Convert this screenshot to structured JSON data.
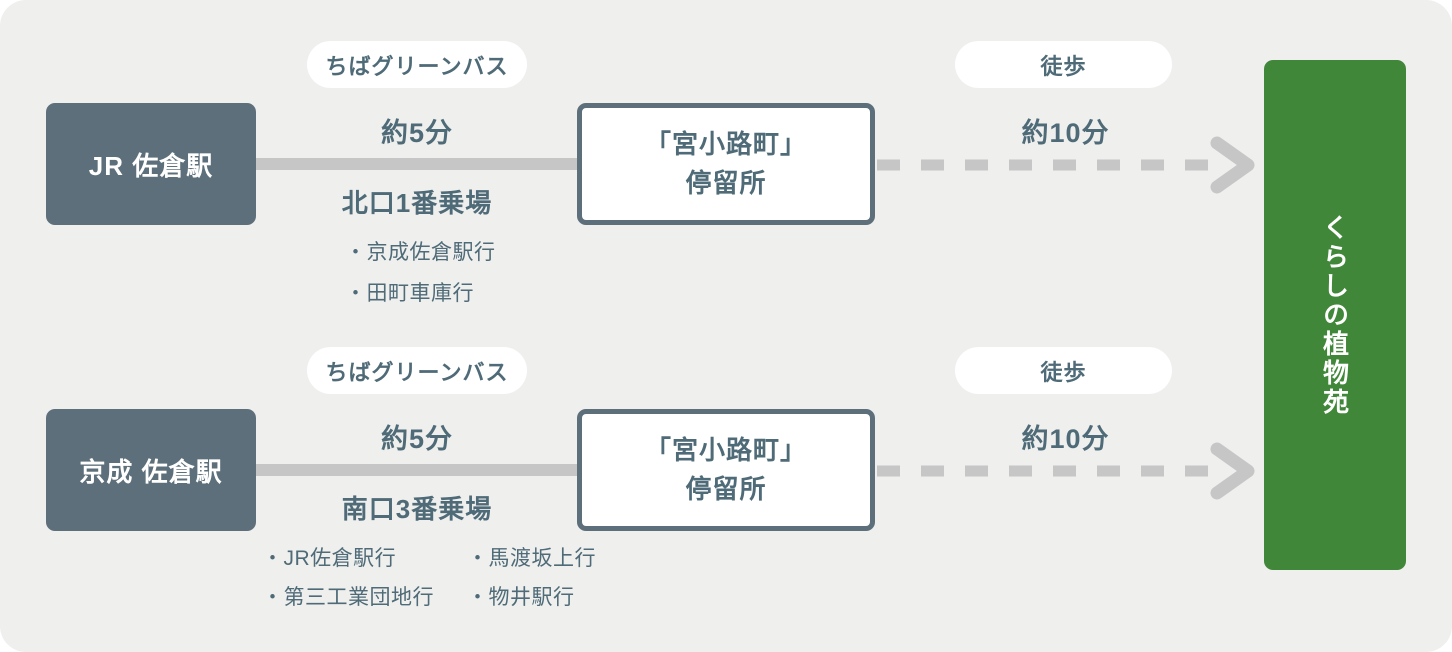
{
  "colors": {
    "pageBg": "#ffffff",
    "panelBg": "#efefee",
    "slate": "#5c6f7a",
    "text": "#4f6b78",
    "line": "#c6c6c6",
    "green": "#41873a",
    "white": "#ffffff"
  },
  "destination": {
    "label": "くらしの植物苑"
  },
  "routes": [
    {
      "station": "JR 佐倉駅",
      "bus_company": "ちばグリーンバス",
      "bus_time": "約5分",
      "boarding_point": "北口1番乗場",
      "bus_lines": [
        "・京成佐倉駅行",
        "・田町車庫行"
      ],
      "stop_name": "「宮小路町」",
      "stop_suffix": "停留所",
      "walk_label": "徒歩",
      "walk_time": "約10分"
    },
    {
      "station": "京成 佐倉駅",
      "bus_company": "ちばグリーンバス",
      "bus_time": "約5分",
      "boarding_point": "南口3番乗場",
      "bus_lines": [
        "・JR佐倉駅行",
        "・馬渡坂上行",
        "・第三工業団地行",
        "・物井駅行"
      ],
      "stop_name": "「宮小路町」",
      "stop_suffix": "停留所",
      "walk_label": "徒歩",
      "walk_time": "約10分"
    }
  ]
}
